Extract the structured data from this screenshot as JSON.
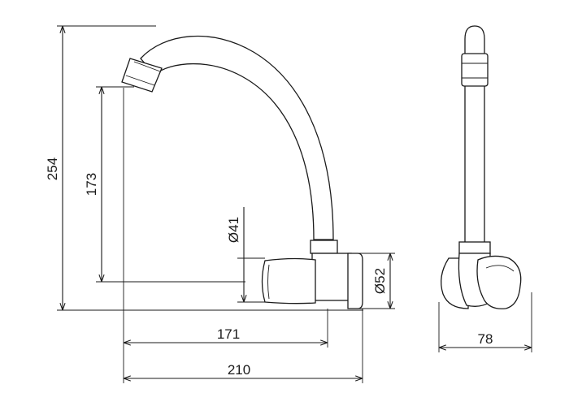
{
  "dimensions": {
    "overall_height": "254",
    "spout_height": "173",
    "spout_reach": "171",
    "overall_length": "210",
    "handle_diameter": "Ø41",
    "flange_diameter": "Ø52",
    "side_depth": "78"
  }
}
